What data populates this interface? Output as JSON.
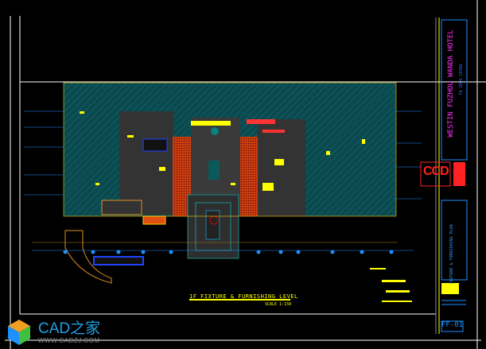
{
  "drawing": {
    "title": "1F FIXTURE & FURNISHING LEVEL",
    "scale": "SCALE 1:150"
  },
  "title_block": {
    "project": "WESTIN FUZHOU WANDA HOTEL",
    "location": "FU ZHOU CHINA",
    "firm_logo": "CCD",
    "sheet_title": "FIXTURE & FURNISHING PLAN",
    "sheet_number": "FF-01"
  },
  "watermark": {
    "brand": "CAD之家",
    "url": "WWW.CADZJ.COM"
  },
  "colors": {
    "background": "#000000",
    "hatch": "#0a4a4f",
    "accent_orange": "#c83c10",
    "grid_blue": "#1e90ff",
    "text_yellow": "#ffff00"
  }
}
